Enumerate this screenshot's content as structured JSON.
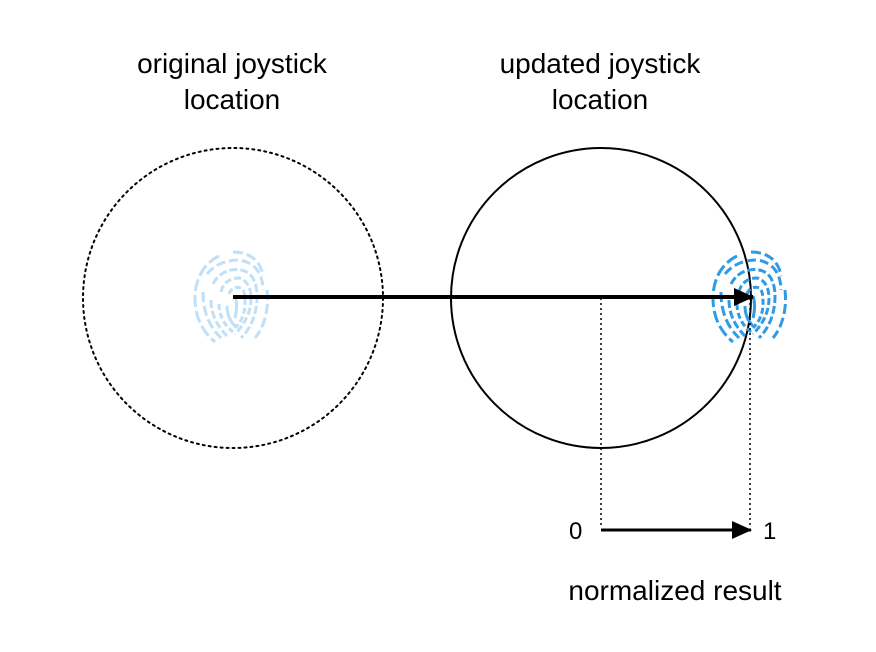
{
  "labels": {
    "original": [
      "original joystick",
      "location"
    ],
    "updated": [
      "updated joystick",
      "location"
    ],
    "tick_start": "0",
    "tick_end": "1",
    "result": "normalized result"
  },
  "colors": {
    "ink": "#000000",
    "fingerprint_faded": "#bfe0f7",
    "fingerprint_active": "#2f9be6"
  },
  "icons": {
    "original_touch": "fingerprint-icon",
    "updated_touch": "fingerprint-icon"
  }
}
